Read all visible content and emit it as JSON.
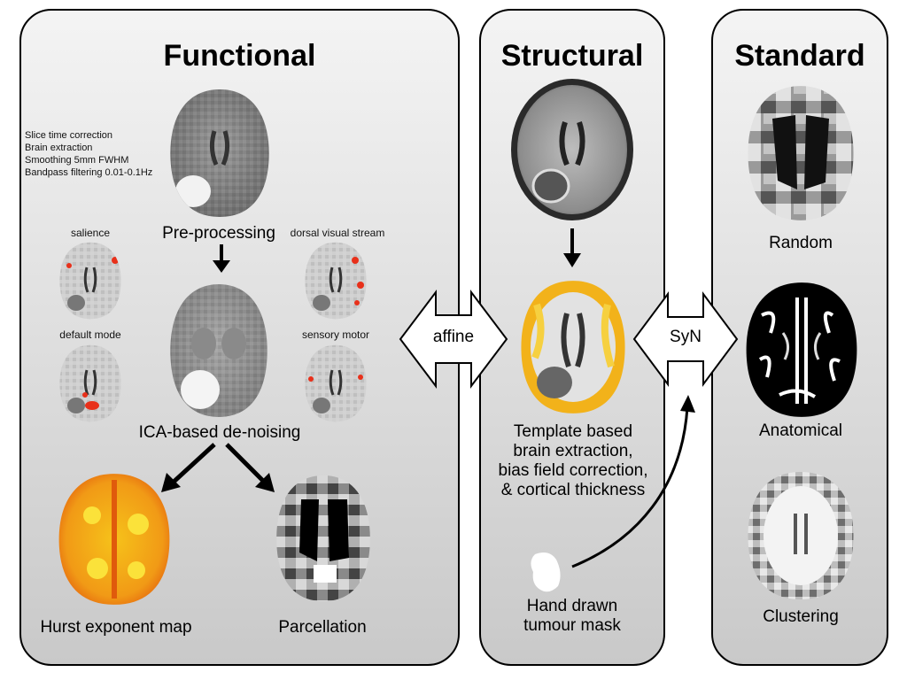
{
  "panels": {
    "functional": {
      "title": "Functional",
      "steps": [
        "Slice time correction",
        "Brain extraction",
        "Smoothing 5mm FWHM",
        "Bandpass filtering 0.01-0.1Hz"
      ],
      "preprocessing": "Pre-processing",
      "networks": {
        "salience": "salience",
        "dorsal": "dorsal visual stream",
        "default": "default mode",
        "sensory": "sensory motor"
      },
      "ica": "ICA-based de-noising",
      "hurst": "Hurst exponent map",
      "parcellation": "Parcellation"
    },
    "structural": {
      "title": "Structural",
      "template": [
        "Template based",
        "brain extraction,",
        "bias field correction,",
        "& cortical thickness"
      ],
      "mask": [
        "Hand drawn",
        "tumour mask"
      ]
    },
    "standard": {
      "title": "Standard",
      "random": "Random",
      "anatomical": "Anatomical",
      "clustering": "Clustering"
    }
  },
  "connectors": {
    "affine": "affine",
    "syn": "SyN"
  }
}
